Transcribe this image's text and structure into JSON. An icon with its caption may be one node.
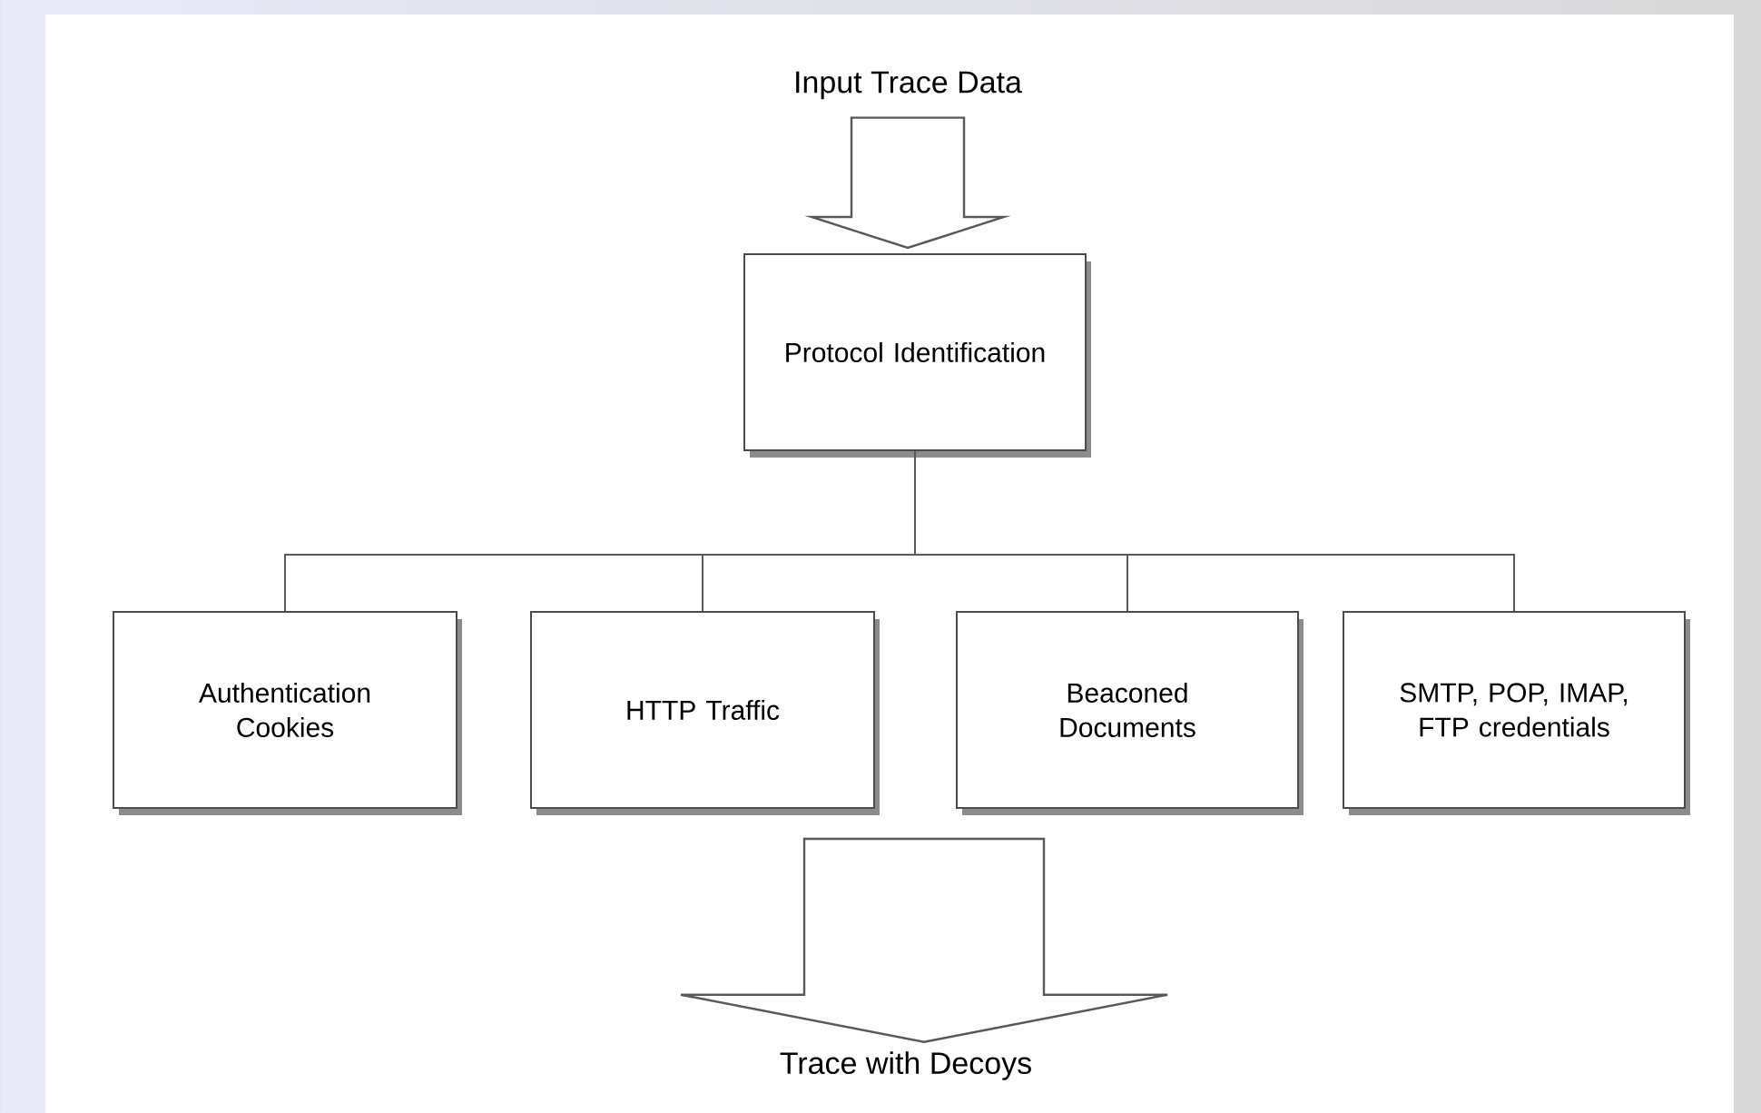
{
  "diagram": {
    "nodes": [
      {
        "text": [
          "Input Trace Data"
        ]
      },
      {
        "text": [
          "Protocol Identification"
        ]
      },
      {
        "text": [
          "Authentication Cookies"
        ]
      },
      {
        "text": [
          "HTTP Traffic"
        ]
      },
      {
        "text": [
          "Beaconed Documents"
        ]
      },
      {
        "text": [
          "SMTP, POP, IMAP, FTP credentials"
        ]
      },
      {
        "text": [
          "Trace with Decoys"
        ]
      }
    ],
    "edges": [
      {
        "from": 0,
        "to": 1,
        "arrow": "to",
        "style": "thick"
      },
      {
        "from": 1,
        "to": 2,
        "arrow": "none"
      },
      {
        "from": 1,
        "to": 3,
        "arrow": "none"
      },
      {
        "from": 1,
        "to": 4,
        "arrow": "none"
      },
      {
        "from": 1,
        "to": 5,
        "arrow": "none"
      },
      {
        "from": null,
        "to": 6,
        "arrow": "to",
        "style": "thick"
      }
    ]
  }
}
